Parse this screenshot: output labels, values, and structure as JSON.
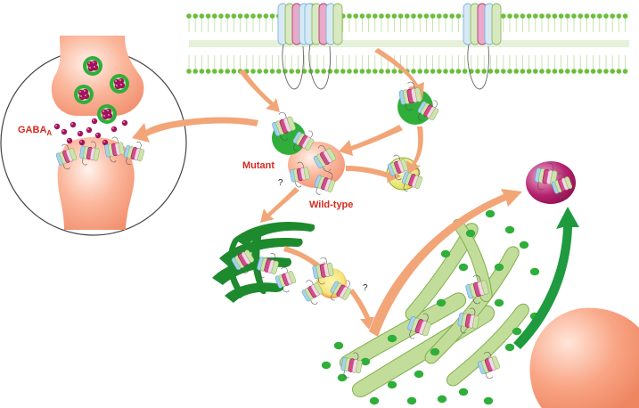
{
  "labels": {
    "gaba_main": "GABA",
    "gaba_sub": "A",
    "mutant": "Mutant",
    "wild_type": "Wild-type",
    "question_upper": "?",
    "question_lower": "?"
  },
  "colors": {
    "label_red": "#d42a1e",
    "membrane_green": "#6abf3a",
    "arrow_orange": "#f2a577",
    "arrow_green": "#1f9a3e",
    "er_dark_green": "#1e8a2e",
    "golgi_light_green": "#c2dd9a",
    "vesicle_green": "#2fae3a",
    "vesicle_yellow": "#e6e35a",
    "vesicle_magenta": "#a3135b",
    "cell_peach": "#f8a184",
    "subunit_pink": "#d24c88",
    "subunit_blue": "#a9d2ea",
    "subunit_green": "#cfe3b1"
  },
  "icons": {
    "receptor": "pentameric-receptor-icon",
    "gaba_molecule": "gaba-molecule-icon"
  }
}
